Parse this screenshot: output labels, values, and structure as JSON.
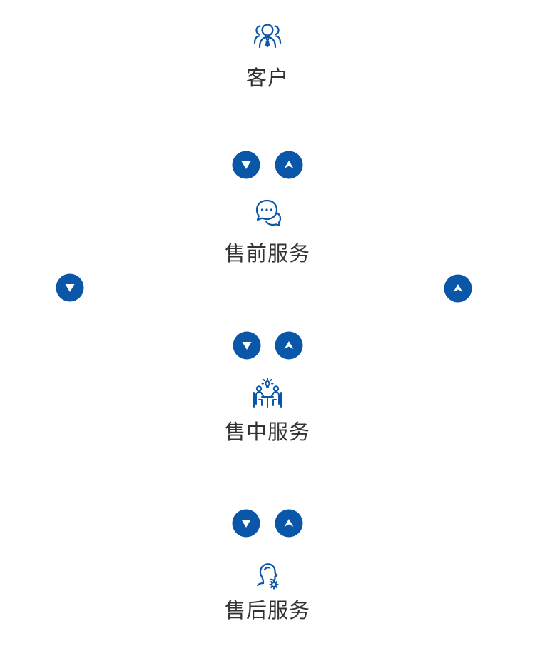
{
  "theme": {
    "accent": "#0a56a8",
    "text": "#333333"
  },
  "stages": [
    {
      "label": "客户",
      "icon": "customer-group-icon"
    },
    {
      "label": "售前服务",
      "icon": "chat-bubbles-icon"
    },
    {
      "label": "售中服务",
      "icon": "meeting-table-icon"
    },
    {
      "label": "售后服务",
      "icon": "support-agent-icon"
    }
  ],
  "connectors": {
    "down_icon": "chevron-down-icon",
    "up_icon": "chevron-up-icon"
  }
}
